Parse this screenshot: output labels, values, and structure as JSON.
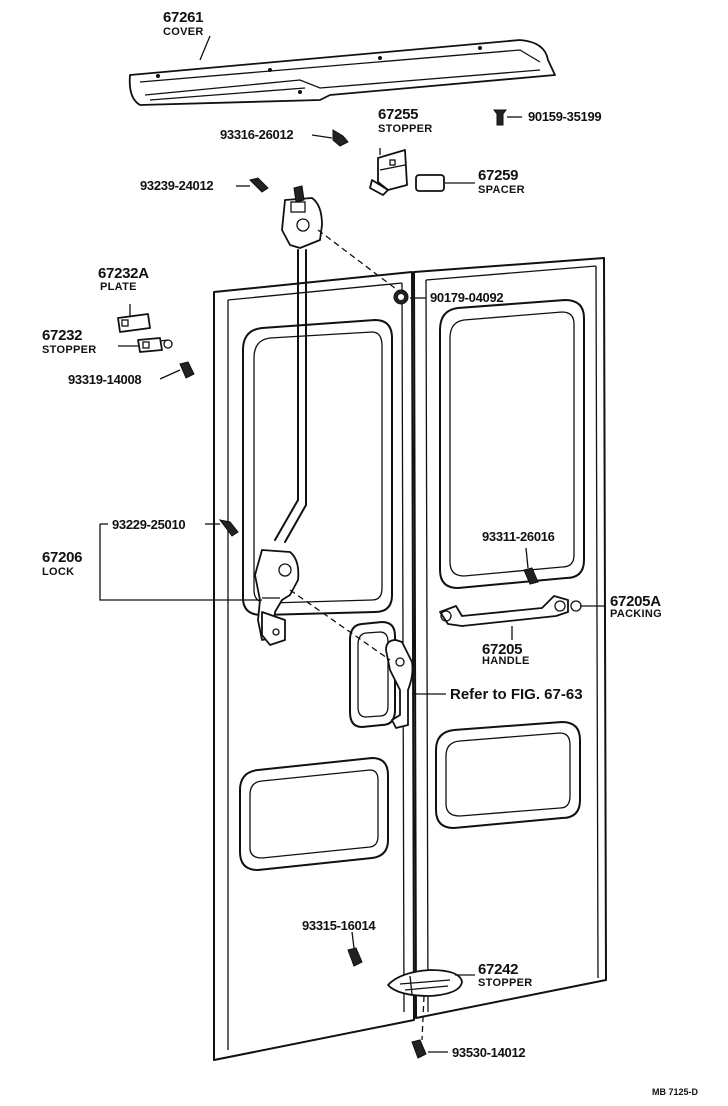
{
  "diagram": {
    "code": "MB 7125-D",
    "refer_text": "Refer to FIG. 67-63"
  },
  "parts": {
    "p67261": {
      "number": "67261",
      "name": "COVER"
    },
    "p67255": {
      "number": "67255",
      "name": "STOPPER"
    },
    "p67259": {
      "number": "67259",
      "name": "SPACER"
    },
    "p67232A": {
      "number": "67232A",
      "name": "PLATE"
    },
    "p67232": {
      "number": "67232",
      "name": "STOPPER"
    },
    "p67206": {
      "number": "67206",
      "name": "LOCK"
    },
    "p67205A": {
      "number": "67205A",
      "name": "PACKING"
    },
    "p67205": {
      "number": "67205",
      "name": "HANDLE"
    },
    "p67242": {
      "number": "67242",
      "name": "STOPPER"
    }
  },
  "fasteners": {
    "f90159": "90159-35199",
    "f93316": "93316-26012",
    "f93239": "93239-24012",
    "f90179": "90179-04092",
    "f93319": "93319-14008",
    "f93229": "93229-25010",
    "f93311": "93311-26016",
    "f93315": "93315-16014",
    "f93530": "93530-14012"
  }
}
